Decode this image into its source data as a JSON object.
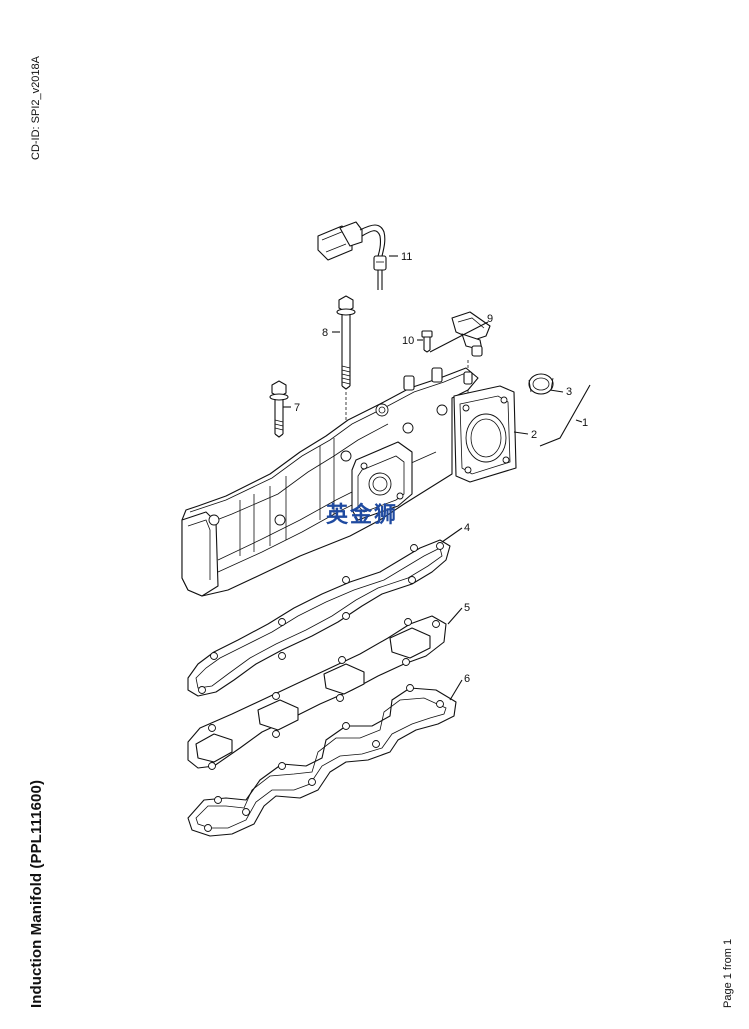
{
  "header": {
    "cd_id": "CD-ID: SPI2_v2018A"
  },
  "document": {
    "title": "Induction Manifold (PPL111600)"
  },
  "footer": {
    "page": "Page 1 from 1"
  },
  "watermark": {
    "text": "英金狮",
    "color": "#1f4aa0"
  },
  "callouts": [
    "1",
    "2",
    "3",
    "4",
    "5",
    "6",
    "7",
    "8",
    "9",
    "10",
    "11"
  ]
}
